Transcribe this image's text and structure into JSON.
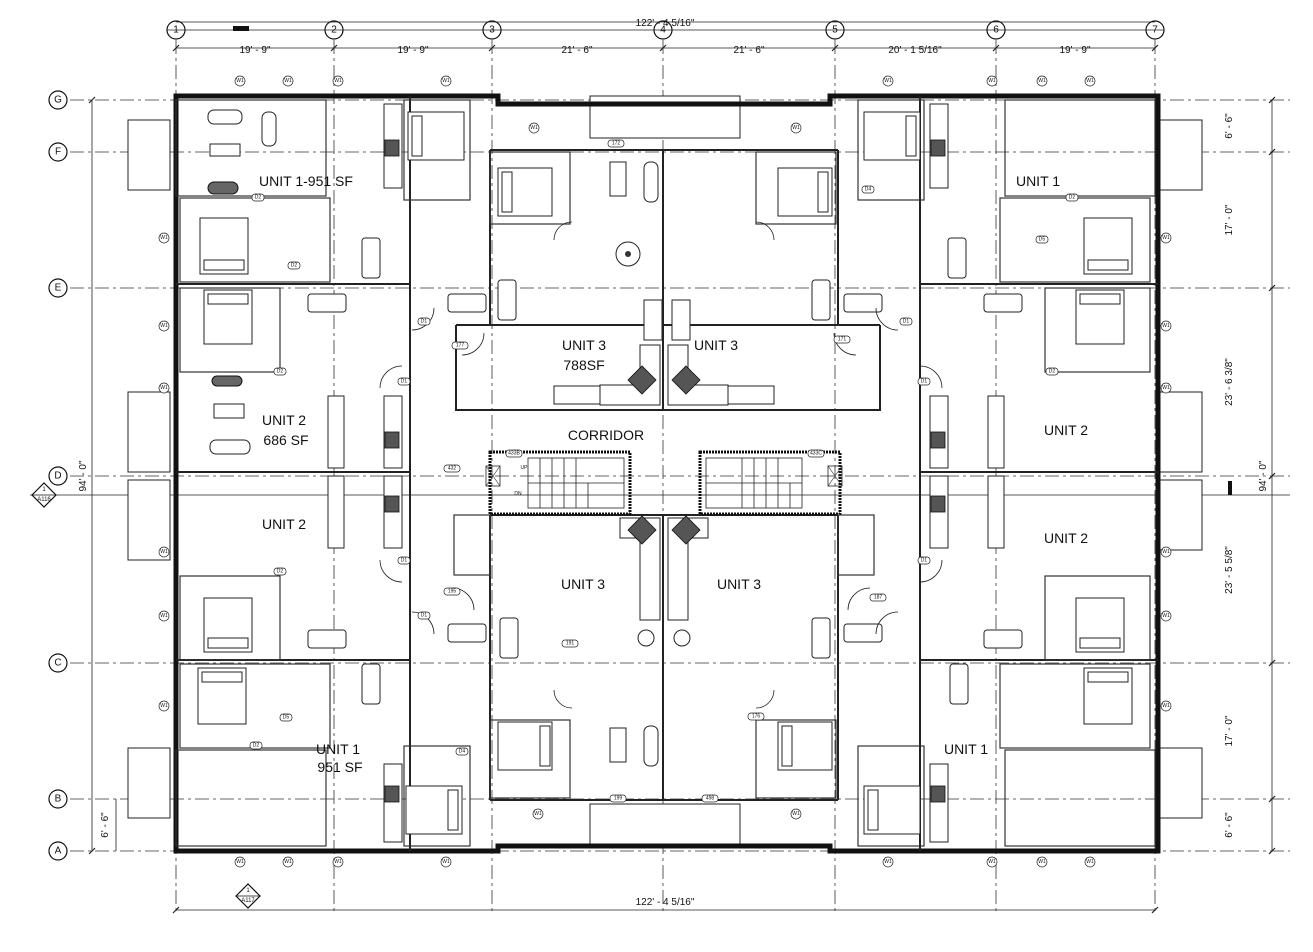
{
  "overall_dimensions": {
    "top": "122' - 4 5/16\"",
    "bottom": "122' - 4 5/16\"",
    "left": "94' - 0\"",
    "right": "94' - 0\""
  },
  "column_grid": [
    "1",
    "2",
    "3",
    "4",
    "5",
    "6",
    "7"
  ],
  "row_grid": [
    "G",
    "F",
    "E",
    "D",
    "C",
    "B",
    "A"
  ],
  "top_bay_dimensions": [
    "19' - 9\"",
    "19' - 9\"",
    "21' - 6\"",
    "21' - 6\"",
    "20' - 1 5/16\"",
    "19' - 9\""
  ],
  "right_dimensions": [
    "6' - 6\"",
    "17' - 0\"",
    "23' - 6 3/8\"",
    "23' - 5 5/8\"",
    "17' - 0\"",
    "6' - 6\""
  ],
  "left_dimensions": [
    "6' - 6\""
  ],
  "section_markers": [
    {
      "number": "1",
      "sheet": "A116"
    },
    {
      "number": "1",
      "sheet": "A117"
    }
  ],
  "room_labels": {
    "unit1_top_left": "UNIT 1-951 SF",
    "unit1_top_right": "UNIT 1",
    "unit3_top_left_a": "UNIT 3",
    "unit3_top_left_b": "788SF",
    "unit3_top_right": "UNIT 3",
    "unit2_left_upper_a": "UNIT 2",
    "unit2_left_upper_b": "686 SF",
    "unit2_right_upper": "UNIT 2",
    "corridor": "CORRIDOR",
    "unit2_left_lower": "UNIT 2",
    "unit2_right_lower": "UNIT 2",
    "unit3_bottom_left": "UNIT 3",
    "unit3_bottom_right": "UNIT 3",
    "unit1_bottom_left_a": "UNIT 1",
    "unit1_bottom_left_b": "951 SF",
    "unit1_bottom_right": "UNIT 1"
  },
  "tags": {
    "door_d1": "D1",
    "door_d2": "D2",
    "door_d4": "D4",
    "door_d5": "D5",
    "window_w1": "W1",
    "n172": "172",
    "n177": "177",
    "n171": "171",
    "n433a": "433B",
    "n433c": "433C",
    "n432": "432",
    "n195": "195",
    "n187": "187",
    "n191": "191",
    "n176": "176",
    "n199": "199",
    "n498": "498"
  },
  "stair_notes": {
    "up": "UP",
    "dn": "DN"
  }
}
